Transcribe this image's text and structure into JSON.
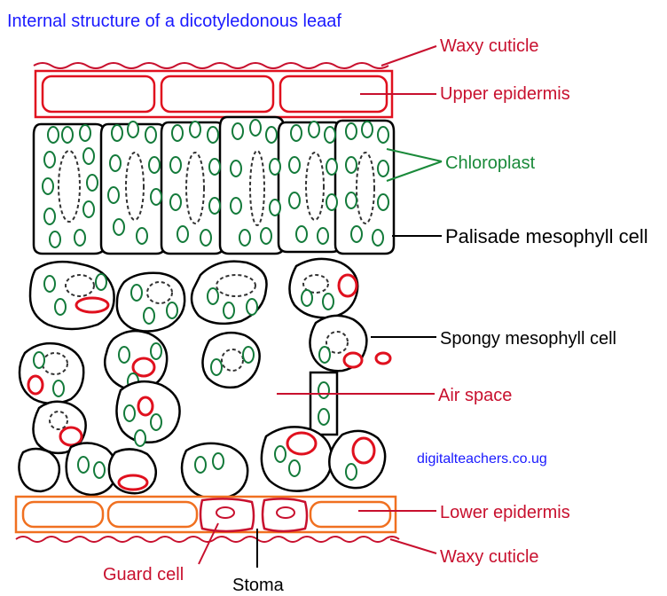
{
  "title": "Internal structure of a dicotyledonous leaaf",
  "labels": {
    "waxy_cuticle_top": "Waxy cuticle",
    "upper_epidermis": "Upper epidermis",
    "chloroplast": "Chloroplast",
    "palisade": "Palisade mesophyll cell",
    "spongy": "Spongy mesophyll cell",
    "air_space": "Air space",
    "website": "digitalteachers.co.ug",
    "lower_epidermis": "Lower epidermis",
    "waxy_cuticle_bottom": "Waxy cuticle",
    "guard_cell": "Guard cell",
    "stoma": "Stoma"
  },
  "colors": {
    "title": "#1a1aff",
    "red_labels": "#c8102e",
    "green_label": "#1a8a3a",
    "upper_epidermis": "#e0101e",
    "lower_epidermis": "#f07020",
    "chloroplast": "#137a3a"
  }
}
